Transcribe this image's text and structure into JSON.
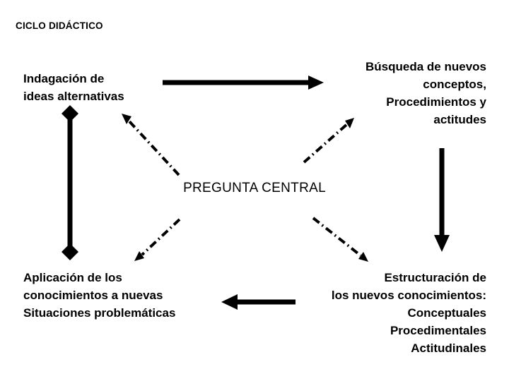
{
  "diagram": {
    "title": "CICLO DIDÁCTICO",
    "center": {
      "label": "PREGUNTA CENTRAL"
    },
    "nodes": [
      {
        "id": "indagacion",
        "label": "Indagación de\nideas alternativas",
        "align": "left",
        "position": "top-left"
      },
      {
        "id": "busqueda",
        "label": "Búsqueda de nuevos\nconceptos,\nProcedimientos y\nactitudes",
        "align": "right",
        "position": "top-right"
      },
      {
        "id": "aplicacion",
        "label": "Aplicación de los\nconocimientos a nuevas\nSituaciones problemáticas",
        "align": "left",
        "position": "bottom-left"
      },
      {
        "id": "estructuracion",
        "label": "Estructuración de\nlos nuevos conocimientos:\nConceptuales\nProcedimentales\nActitudinales",
        "align": "right",
        "position": "bottom-right"
      }
    ],
    "connectors": [
      {
        "id": "indagacion-to-busqueda",
        "style": "solid",
        "heads": "end",
        "direction": "right",
        "from": "indagacion",
        "to": "busqueda"
      },
      {
        "id": "busqueda-to-estructuracion",
        "style": "solid",
        "heads": "end",
        "direction": "down",
        "from": "busqueda",
        "to": "estructuracion"
      },
      {
        "id": "estructuracion-to-aplicacion",
        "style": "solid",
        "heads": "end",
        "direction": "left",
        "from": "estructuracion",
        "to": "aplicacion"
      },
      {
        "id": "aplicacion-to-indagacion",
        "style": "solid",
        "heads": "both",
        "direction": "up-down",
        "from": "aplicacion",
        "to": "indagacion"
      },
      {
        "id": "central-to-indagacion",
        "style": "dash-dot",
        "heads": "end",
        "direction": "up-left",
        "from": "center",
        "to": "indagacion"
      },
      {
        "id": "central-to-busqueda",
        "style": "dash-dot",
        "heads": "end",
        "direction": "up-right",
        "from": "center",
        "to": "busqueda"
      },
      {
        "id": "central-to-aplicacion",
        "style": "dash-dot",
        "heads": "end",
        "direction": "down-left",
        "from": "center",
        "to": "aplicacion"
      },
      {
        "id": "central-to-estructuracion",
        "style": "dash-dot",
        "heads": "end",
        "direction": "down-right",
        "from": "center",
        "to": "estructuracion"
      }
    ],
    "colors": {
      "ink": "#000000",
      "background": "#ffffff"
    }
  }
}
